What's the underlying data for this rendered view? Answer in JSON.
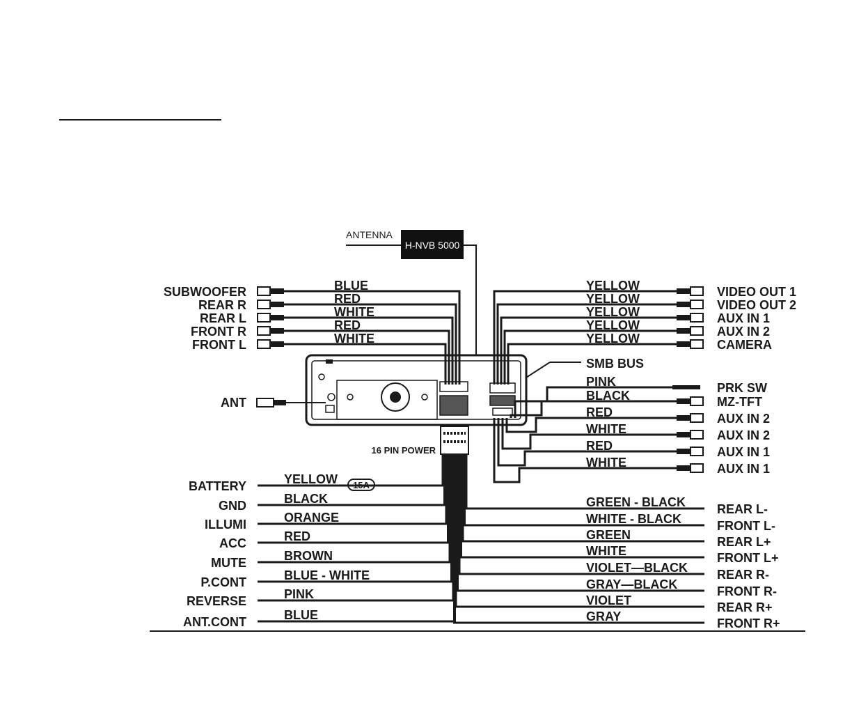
{
  "antenna_label": "ANTENNA",
  "antenna_box_label": "H-NVB 5000",
  "smb_bus_label": "SMB BUS",
  "ant_label": "ANT",
  "power_connector_label": "16 PIN POWER",
  "fuse_label": "15A",
  "rca_left": [
    {
      "name": "SUBWOOFER",
      "color": "BLUE"
    },
    {
      "name": "REAR R",
      "color": "RED"
    },
    {
      "name": "REAR L",
      "color": "WHITE"
    },
    {
      "name": "FRONT R",
      "color": "RED"
    },
    {
      "name": "FRONT L",
      "color": "WHITE"
    }
  ],
  "rca_right_top": [
    {
      "name": "VIDEO OUT 1",
      "color": "YELLOW"
    },
    {
      "name": "VIDEO OUT 2",
      "color": "YELLOW"
    },
    {
      "name": "AUX IN 1",
      "color": "YELLOW"
    },
    {
      "name": "AUX IN 2",
      "color": "YELLOW"
    },
    {
      "name": "CAMERA",
      "color": "YELLOW"
    }
  ],
  "rca_right_mid": [
    {
      "name": "PRK SW",
      "color": "PINK"
    },
    {
      "name": "MZ-TFT",
      "color": "BLACK"
    },
    {
      "name": "AUX IN 2",
      "color": "RED"
    },
    {
      "name": "AUX IN 2",
      "color": "WHITE"
    },
    {
      "name": "AUX IN 1",
      "color": "RED"
    },
    {
      "name": "AUX IN 1",
      "color": "WHITE"
    }
  ],
  "power_left": [
    {
      "name": "BATTERY",
      "color": "YELLOW"
    },
    {
      "name": "GND",
      "color": "BLACK"
    },
    {
      "name": "ILLUMI",
      "color": "ORANGE"
    },
    {
      "name": "ACC",
      "color": "RED"
    },
    {
      "name": "MUTE",
      "color": "BROWN"
    },
    {
      "name": "P.CONT",
      "color": "BLUE - WHITE"
    },
    {
      "name": "REVERSE",
      "color": "PINK"
    },
    {
      "name": "ANT.CONT",
      "color": "BLUE"
    }
  ],
  "speaker_right": [
    {
      "name": "REAR L-",
      "color": "GREEN - BLACK"
    },
    {
      "name": "FRONT L-",
      "color": "WHITE - BLACK"
    },
    {
      "name": "REAR L+",
      "color": "GREEN"
    },
    {
      "name": "FRONT L+",
      "color": "WHITE"
    },
    {
      "name": "REAR R-",
      "color": "VIOLET—BLACK"
    },
    {
      "name": "FRONT R-",
      "color": "GRAY—BLACK"
    },
    {
      "name": "REAR R+",
      "color": "VIOLET"
    },
    {
      "name": "FRONT R+",
      "color": "GRAY"
    }
  ]
}
